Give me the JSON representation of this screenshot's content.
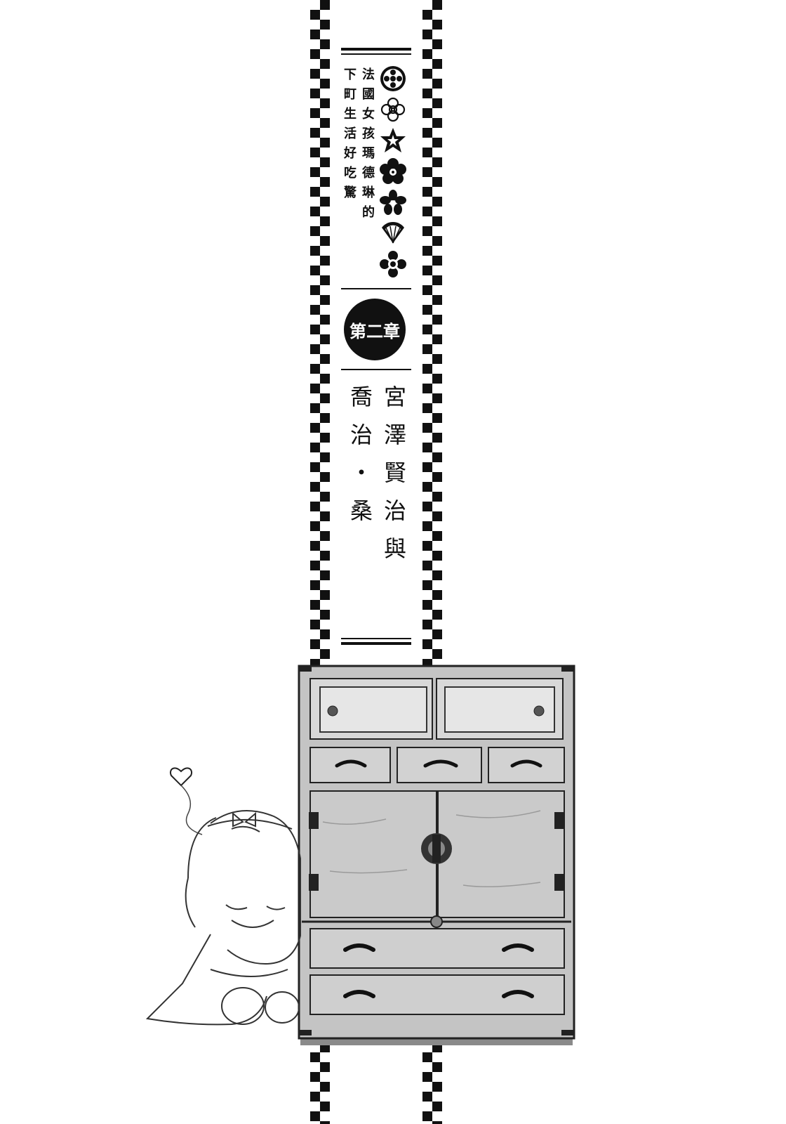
{
  "header": {
    "series_title_line1": "法國女孩瑪德琳的",
    "series_title_line2": "下町生活好吃驚"
  },
  "chapter": {
    "label": "第二章",
    "title_line1": "宮澤賢治與",
    "title_line2": "喬治・桑"
  },
  "crests": [
    {
      "icon": "ring-crest-icon"
    },
    {
      "icon": "knot-crest-icon"
    },
    {
      "icon": "star-flower-crest-icon"
    },
    {
      "icon": "plum-blossom-crest-icon"
    },
    {
      "icon": "cherry-blossom-crest-icon"
    },
    {
      "icon": "folding-fan-crest-icon"
    },
    {
      "icon": "four-petal-crest-icon"
    }
  ],
  "colors": {
    "ink": "#111111",
    "paper": "#ffffff",
    "wood": "#bdbdbd"
  }
}
